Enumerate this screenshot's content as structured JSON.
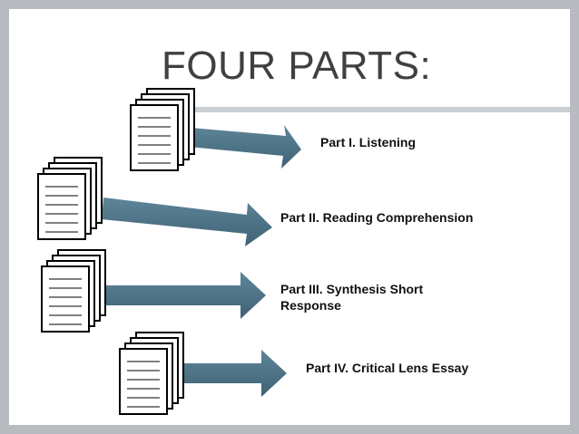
{
  "slide": {
    "title": "FOUR PARTS:",
    "parts": [
      {
        "label": "Part I.  Listening"
      },
      {
        "label": "Part II.  Reading Comprehension"
      },
      {
        "label": "Part III.  Synthesis Short"
      },
      {
        "label": "Response"
      },
      {
        "label": "Part IV.  Critical Lens Essay"
      }
    ],
    "colors": {
      "arrow": "#4e7286",
      "arrow_dark": "#3c5b6c",
      "border": "#b8bcc0",
      "rule": "#c9cfd3"
    },
    "icons": [
      "document-stack-icon",
      "arrow-right-icon"
    ]
  }
}
